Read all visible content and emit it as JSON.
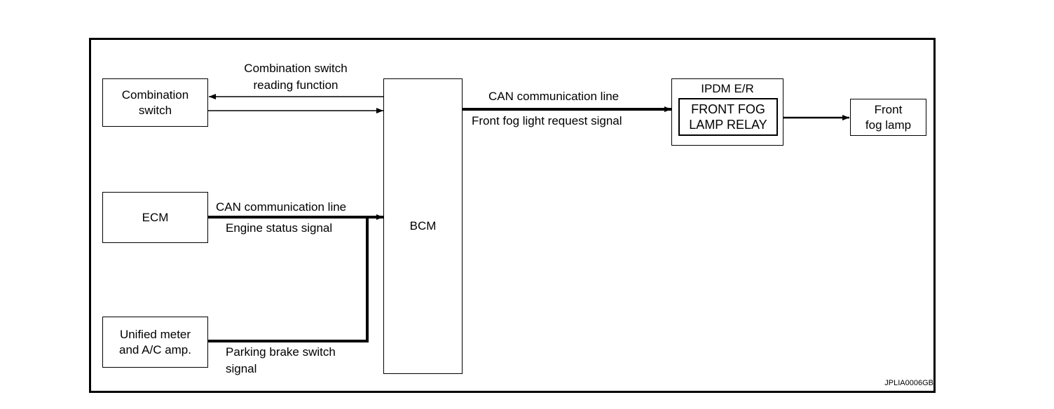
{
  "boxes": {
    "combination_switch": "Combination\nswitch",
    "ecm": "ECM",
    "unified_meter": "Unified meter\nand A/C amp.",
    "bcm": "BCM",
    "ipdm_title": "IPDM E/R",
    "relay": "FRONT FOG\nLAMP RELAY",
    "front_fog_lamp": "Front\nfog lamp"
  },
  "signals": {
    "combination_reading": "Combination switch\nreading function",
    "can_line_ecm": "CAN communication line",
    "engine_status": "Engine status signal",
    "parking_brake": "Parking brake switch\nsignal",
    "can_line_ipdm": "CAN communication line",
    "front_fog_request": "Front fog light request signal"
  },
  "figure_id": "JPLIA0006GB"
}
